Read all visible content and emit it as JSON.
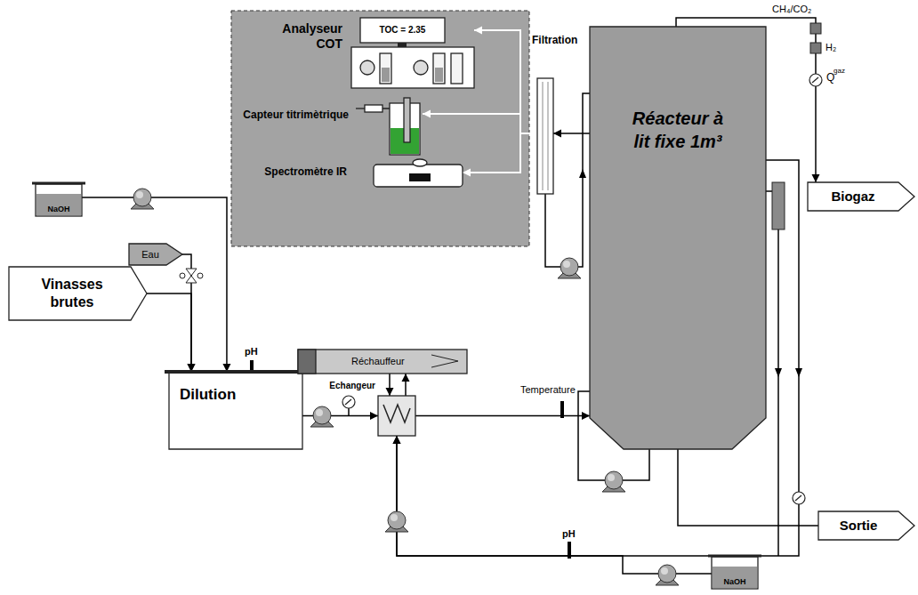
{
  "diagram": {
    "nodes": [
      {
        "text": [
          "Analyseur COT",
          "TOC = 2.35"
        ]
      },
      {
        "text": [
          "Capteur titrimètrique"
        ]
      },
      {
        "text": [
          "Spectromètre IR"
        ]
      },
      {
        "text": [
          "Filtration"
        ]
      },
      {
        "text": [
          "Réacteur à lit fixe 1m³"
        ]
      },
      {
        "text": [
          "Biogaz"
        ]
      },
      {
        "text": [
          "Vinasses brutes"
        ]
      },
      {
        "text": [
          "Eau"
        ]
      },
      {
        "text": [
          "Dilution"
        ]
      },
      {
        "text": [
          "Réchauffeur"
        ]
      },
      {
        "text": [
          "Echangeur"
        ]
      },
      {
        "text": [
          "Sortie"
        ]
      },
      {
        "text": [
          "NaOH"
        ]
      },
      {
        "text": [
          "NaOH"
        ]
      }
    ],
    "edges": [
      {
        "from": 6,
        "to": 8,
        "arrow": "to"
      },
      {
        "from": 7,
        "to": 8,
        "arrow": "to"
      },
      {
        "from": 12,
        "to": 8,
        "arrow": "to"
      },
      {
        "from": 8,
        "to": 10,
        "arrow": "to"
      },
      {
        "from": 9,
        "to": 10,
        "arrow": "to"
      },
      {
        "from": 10,
        "to": 9,
        "arrow": "to"
      },
      {
        "from": 10,
        "to": 4,
        "arrow": "to"
      },
      {
        "from": 4,
        "to": 3,
        "arrow": "to"
      },
      {
        "from": 3,
        "to": 0,
        "arrow": "to"
      },
      {
        "from": 3,
        "to": 1,
        "arrow": "to"
      },
      {
        "from": 3,
        "to": 2,
        "arrow": "to"
      },
      {
        "from": 4,
        "to": 5,
        "arrow": "to"
      },
      {
        "from": 4,
        "to": 11,
        "arrow": "none"
      },
      {
        "from": 4,
        "to": 10,
        "arrow": "to"
      },
      {
        "from": 13,
        "to": 10,
        "arrow": "to"
      }
    ],
    "labels": [
      "CH₄/CO₂",
      "H₂",
      "Q",
      "gaz",
      "pH",
      "Temperature",
      "pH"
    ]
  }
}
